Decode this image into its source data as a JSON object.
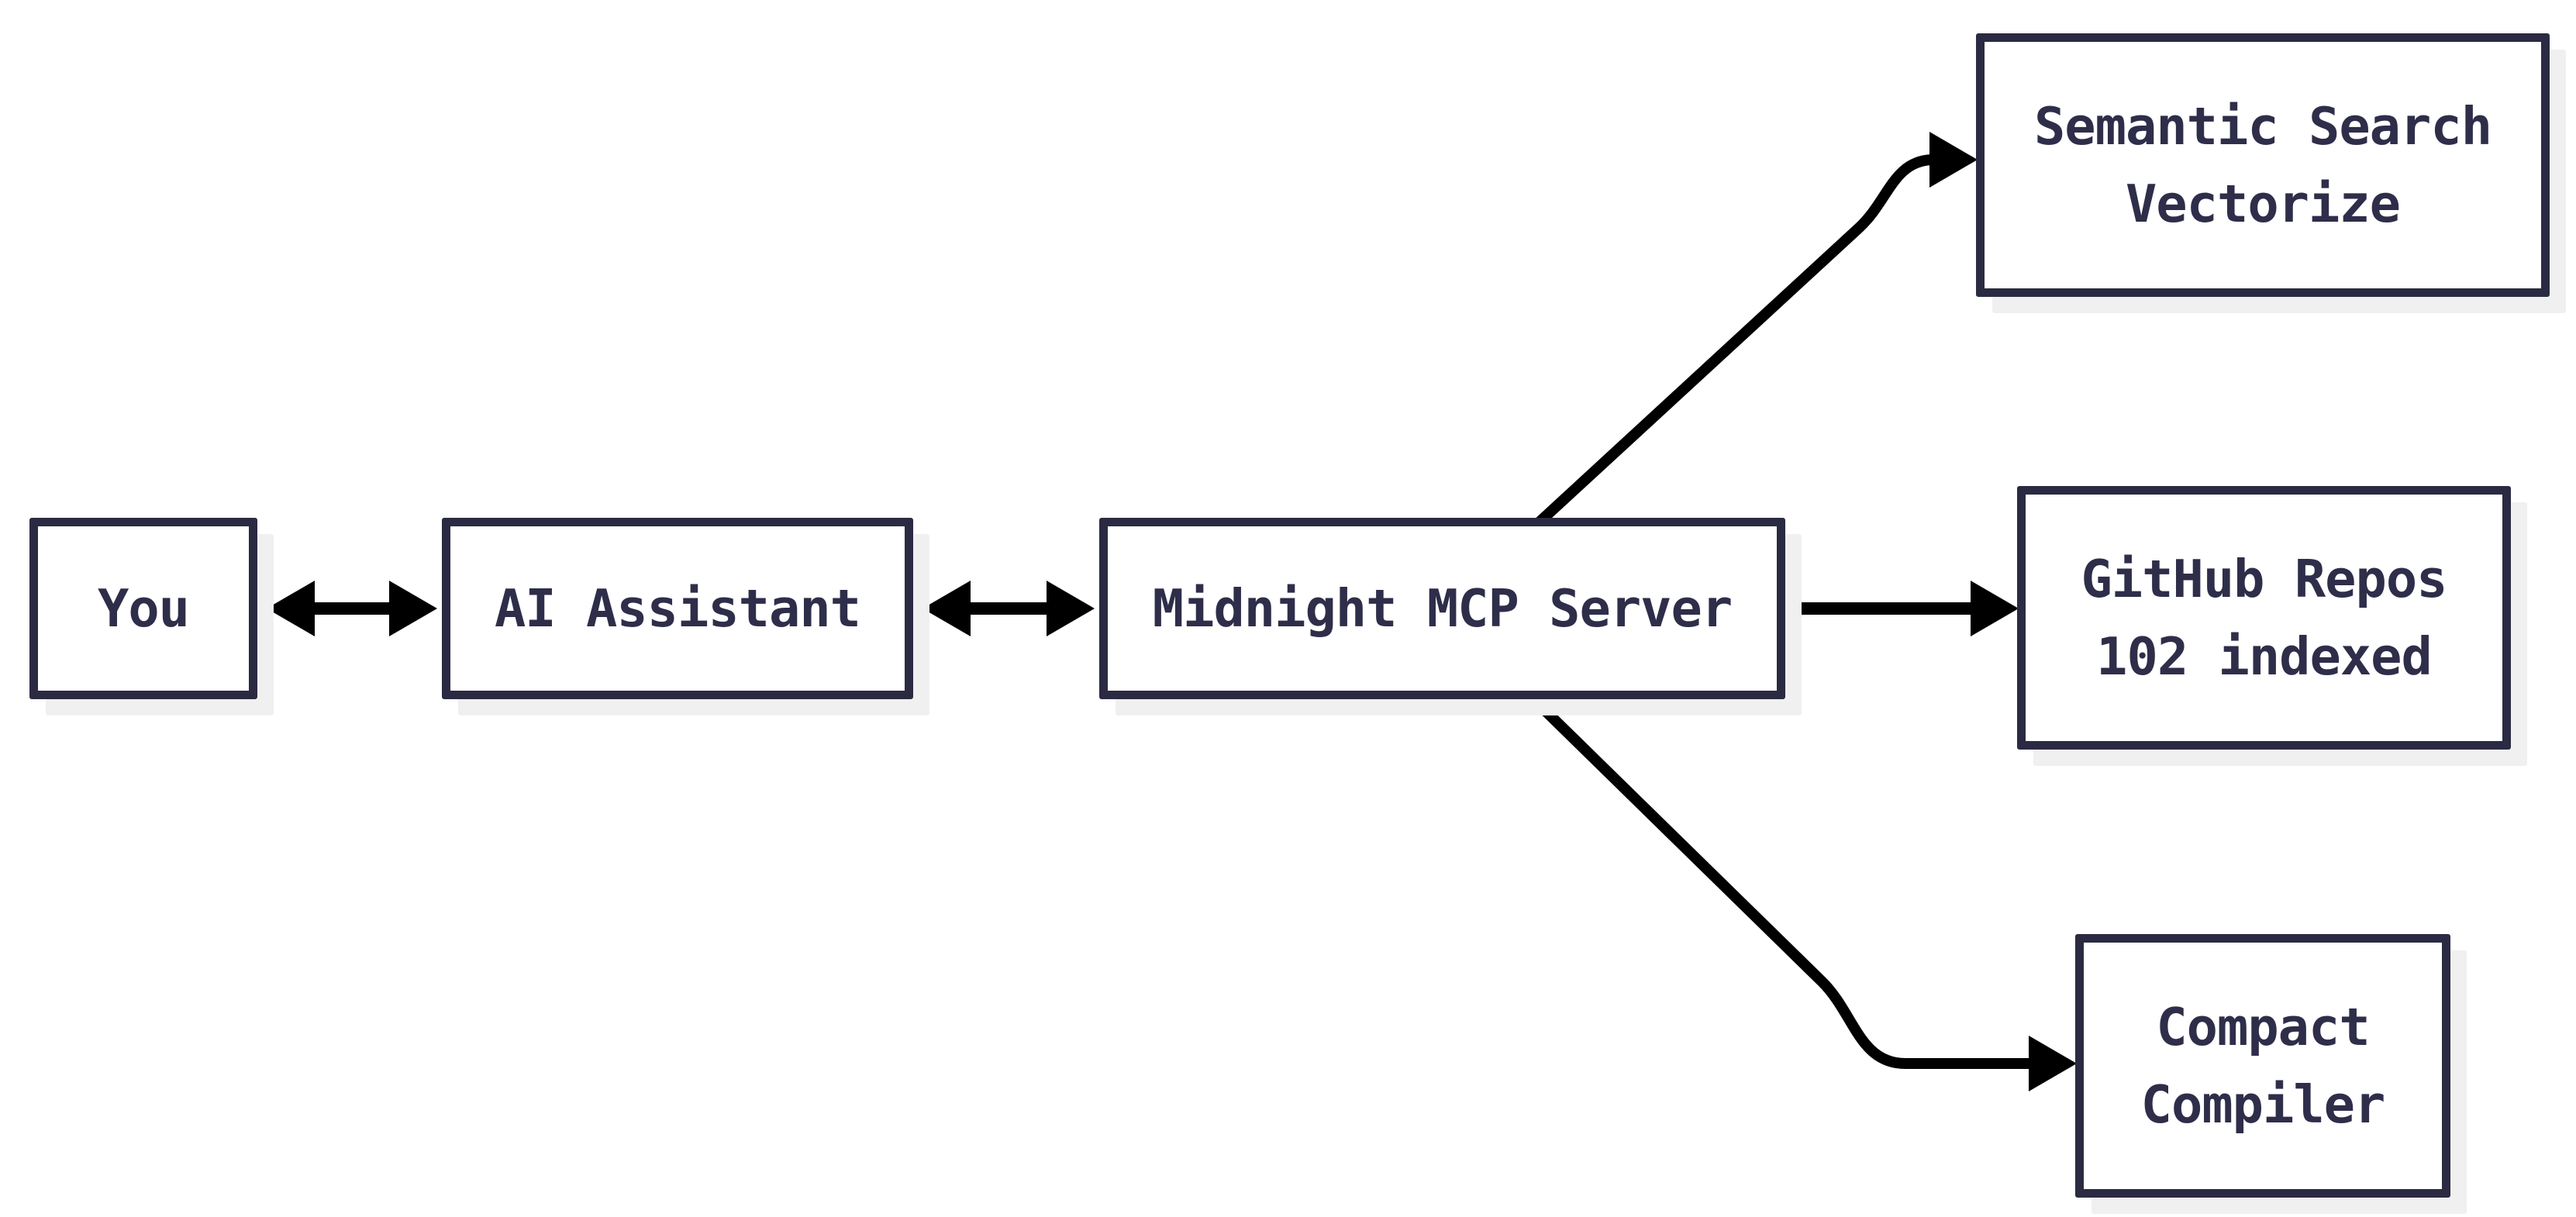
{
  "diagram": {
    "nodes": {
      "you": {
        "label": "You"
      },
      "ai": {
        "label": "AI Assistant"
      },
      "mcp": {
        "label": "Midnight MCP Server"
      },
      "semantic": {
        "line1": "Semantic Search",
        "line2": "Vectorize"
      },
      "github": {
        "line1": "GitHub Repos",
        "line2": "102 indexed"
      },
      "compact": {
        "line1": "Compact",
        "line2": "Compiler"
      }
    },
    "edges": [
      {
        "from": "You",
        "to": "AI Assistant",
        "direction": "bidirectional"
      },
      {
        "from": "AI Assistant",
        "to": "Midnight MCP Server",
        "direction": "bidirectional"
      },
      {
        "from": "Midnight MCP Server",
        "to": "Semantic Search Vectorize",
        "direction": "one-way"
      },
      {
        "from": "Midnight MCP Server",
        "to": "GitHub Repos 102 indexed",
        "direction": "one-way"
      },
      {
        "from": "Midnight MCP Server",
        "to": "Compact Compiler",
        "direction": "one-way"
      }
    ],
    "colors": {
      "node_border": "#2a2a42",
      "node_text": "#2e2e4a",
      "node_fill": "#ffffff",
      "shadow": "#f0f0f0",
      "arrow": "#000000",
      "background": "#ffffff"
    }
  }
}
